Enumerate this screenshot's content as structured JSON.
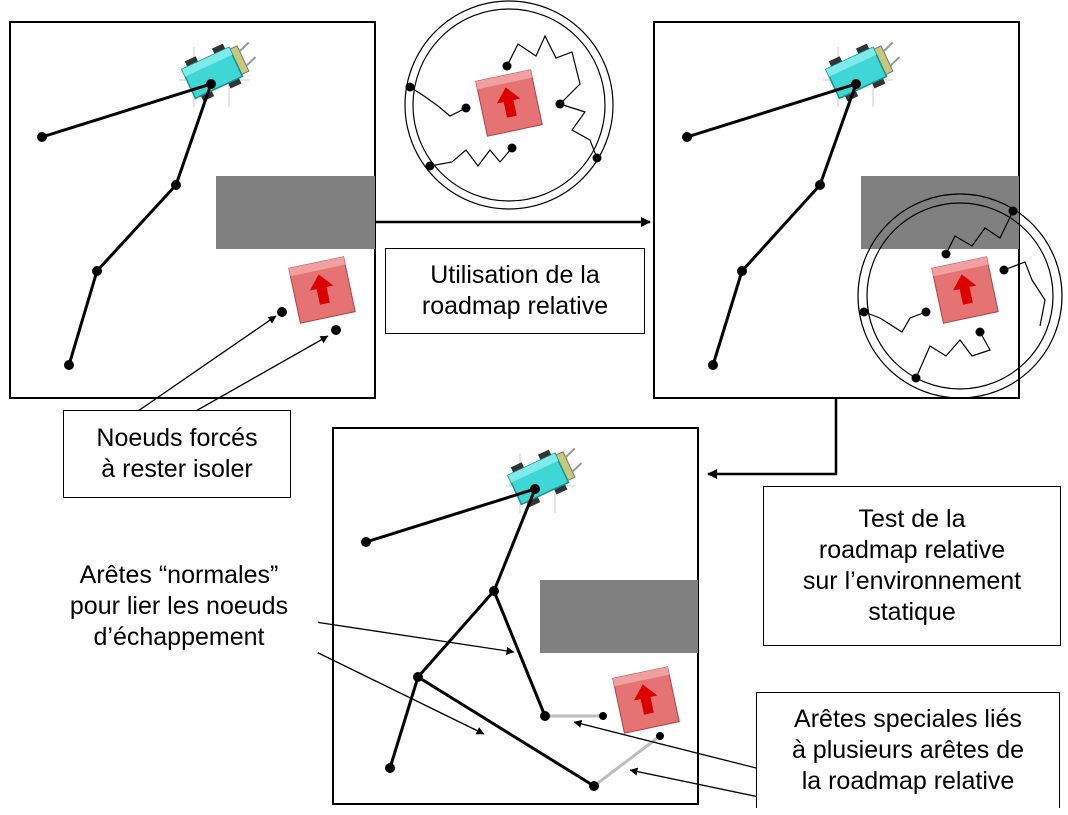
{
  "labels": {
    "relative_use": [
      "Utilisation de la",
      "roadmap relative"
    ],
    "forced_nodes": [
      "Noeuds forcés",
      "à rester isoler"
    ],
    "static_test": [
      "Test de la",
      "roadmap relative",
      "sur l’environnement",
      "statique"
    ],
    "normal_edges": [
      "Arêtes “normales”",
      "pour lier les noeuds",
      "d’échappement"
    ],
    "special_edges": [
      "Arêtes speciales liés",
      "à plusieurs arêtes de",
      "la roadmap relative"
    ]
  },
  "colors": {
    "robot_body": "#3fd6d6",
    "obstacle_static": "#808080",
    "obstacle_mobile": "#e57373",
    "mobile_arrow": "#dd0000",
    "special_edge": "#bdbdbd",
    "edge": "#000000"
  },
  "icons": {
    "robot": "car-robot-icon",
    "mobile_obstacle": "red-box-arrow-icon"
  }
}
